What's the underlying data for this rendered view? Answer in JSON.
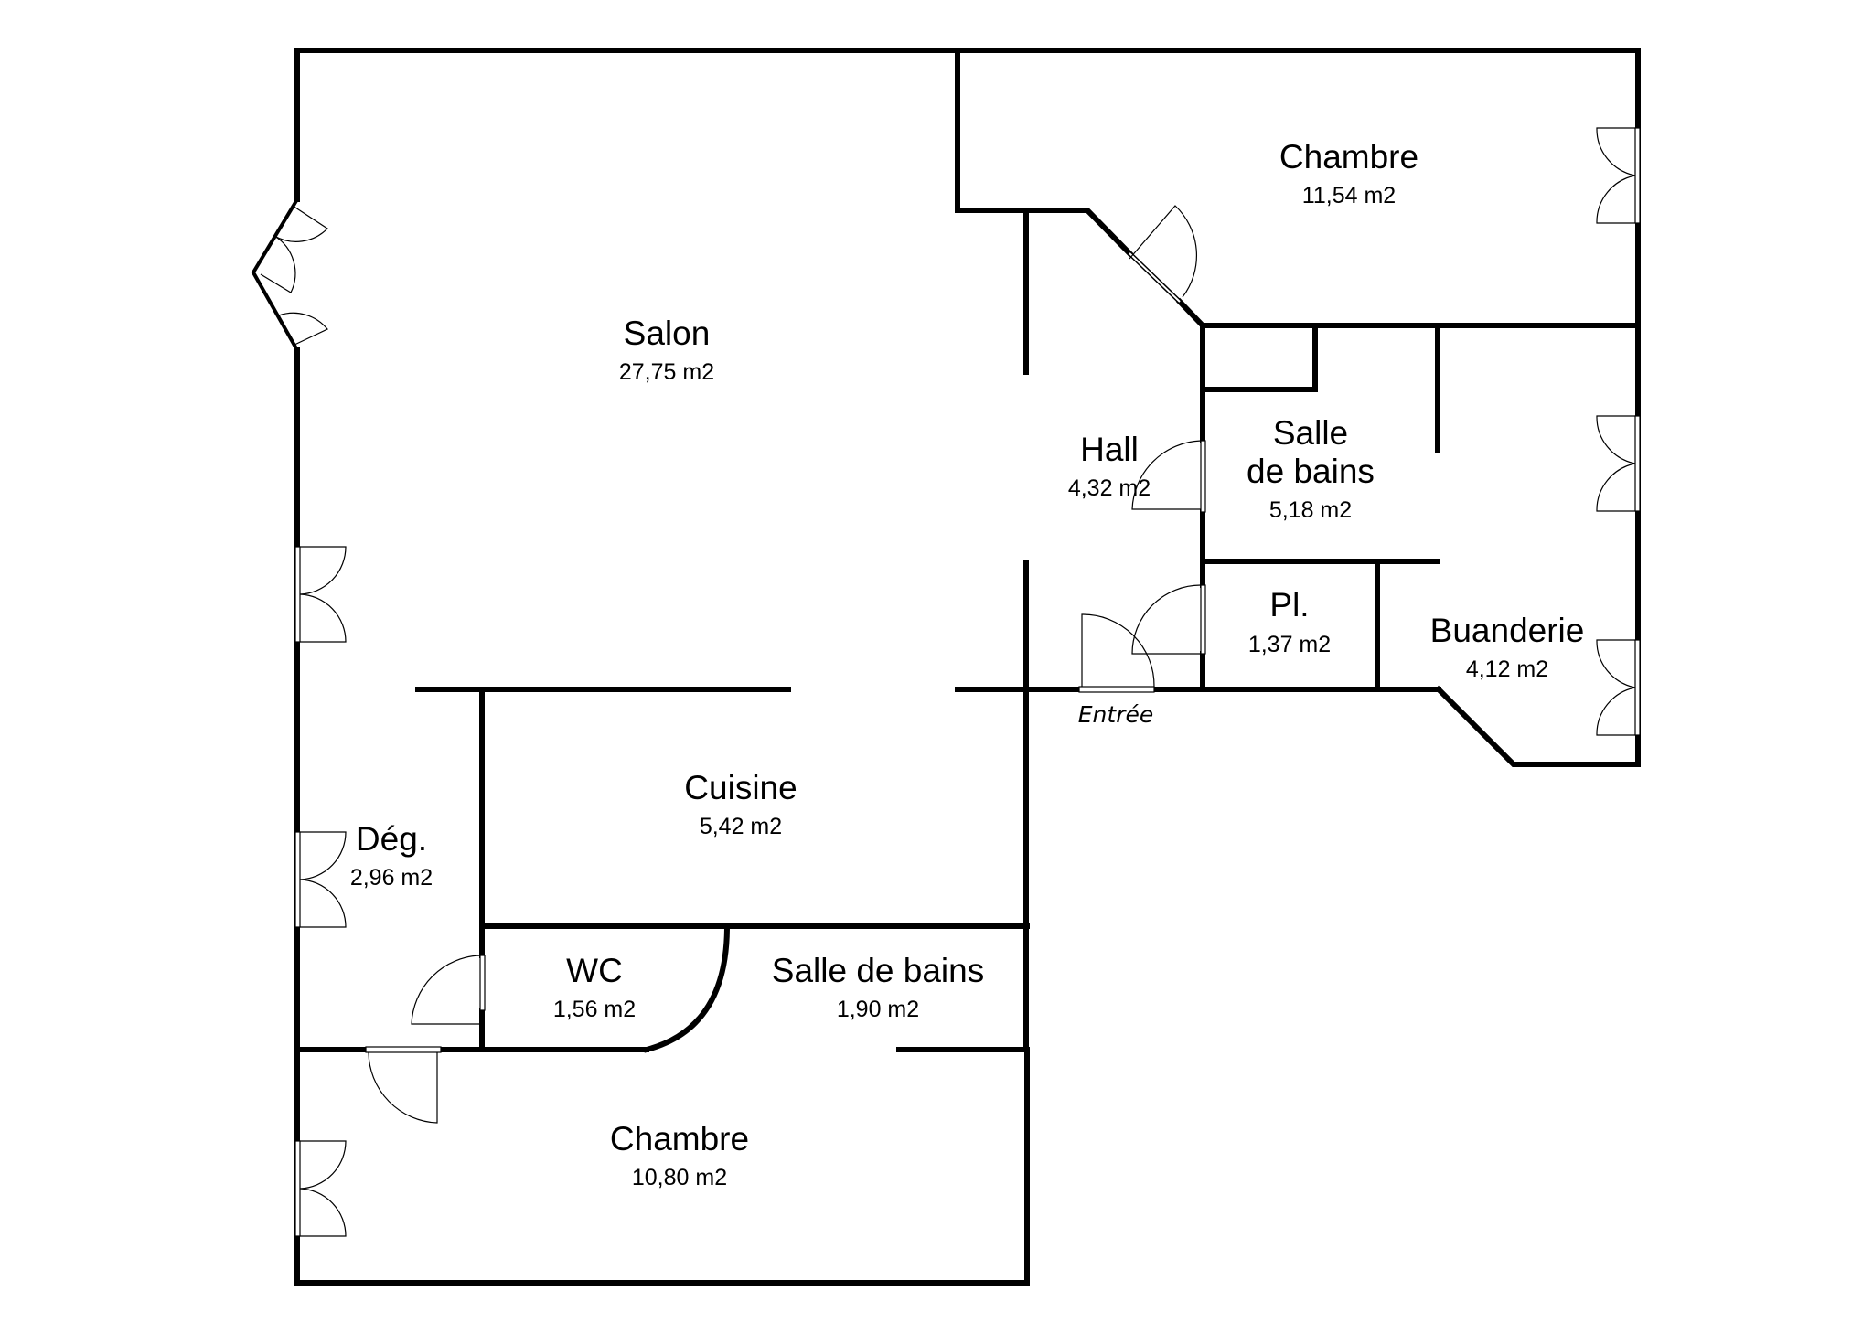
{
  "plan": {
    "rooms": [
      {
        "id": "salon",
        "name": "Salon",
        "area": "27,75 m2"
      },
      {
        "id": "chambre-1",
        "name": "Chambre",
        "area": "11,54 m2"
      },
      {
        "id": "hall",
        "name": "Hall",
        "area": "4,32 m2"
      },
      {
        "id": "salle-de-bains-1",
        "name_line1": "Salle",
        "name_line2": "de bains",
        "area": "5,18 m2"
      },
      {
        "id": "placard",
        "name": "Pl.",
        "area": "1,37 m2"
      },
      {
        "id": "buanderie",
        "name": "Buanderie",
        "area": "4,12 m2"
      },
      {
        "id": "cuisine",
        "name": "Cuisine",
        "area": "5,42 m2"
      },
      {
        "id": "degagement",
        "name": "Dég.",
        "area": "2,96 m2"
      },
      {
        "id": "wc",
        "name": "WC",
        "area": "1,56 m2"
      },
      {
        "id": "salle-de-bains-2",
        "name": "Salle de bains",
        "area": "1,90 m2"
      },
      {
        "id": "chambre-2",
        "name": "Chambre",
        "area": "10,80 m2"
      }
    ],
    "entrance_label": "Entrée"
  }
}
